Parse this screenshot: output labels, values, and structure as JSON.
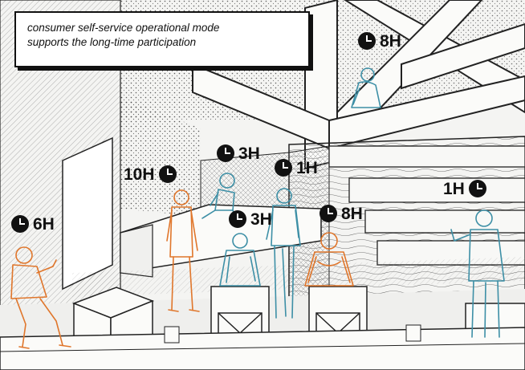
{
  "caption": {
    "line1": "consumer self-service operational mode",
    "line2": "supports the long-time participation"
  },
  "durations": [
    {
      "label": "8H",
      "who": "person-upper-level"
    },
    {
      "label": "3H",
      "who": "person-on-stairs"
    },
    {
      "label": "1H",
      "who": "person-standing-center"
    },
    {
      "label": "10H",
      "who": "person-standing-orange"
    },
    {
      "label": "3H",
      "who": "person-seated-center"
    },
    {
      "label": "8H",
      "who": "person-seated-right"
    },
    {
      "label": "1H",
      "who": "person-standing-right"
    },
    {
      "label": "6H",
      "who": "person-seated-left-orange"
    }
  ],
  "colors": {
    "line": "#222222",
    "blue_figures": "#3d8fa6",
    "orange_figures": "#e0762b",
    "background": "#f4f4f2"
  },
  "icons": [
    "clock-icon"
  ]
}
